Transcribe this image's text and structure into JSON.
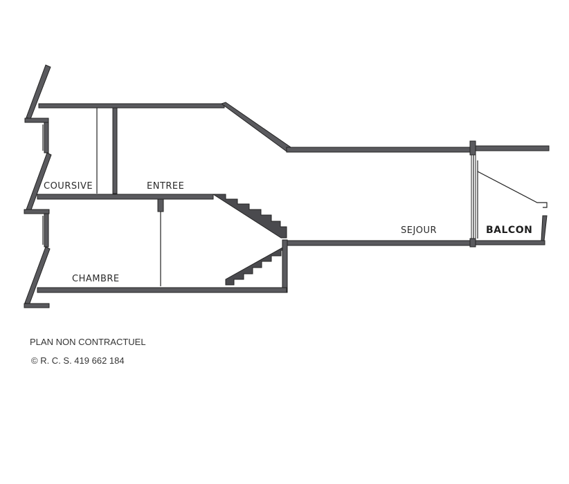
{
  "rooms": {
    "coursive": "COURSIVE",
    "entree": "ENTREE",
    "sejour": "SEJOUR",
    "balcon": "BALCON",
    "chambre": "CHAMBRE"
  },
  "notes": {
    "disclaimer": "PLAN NON CONTRACTUEL",
    "copyright": "© R. C. S. 419 662 184"
  },
  "colors": {
    "wall": "#5a5a5e",
    "line": "#222222",
    "text": "#2b2b2b"
  }
}
